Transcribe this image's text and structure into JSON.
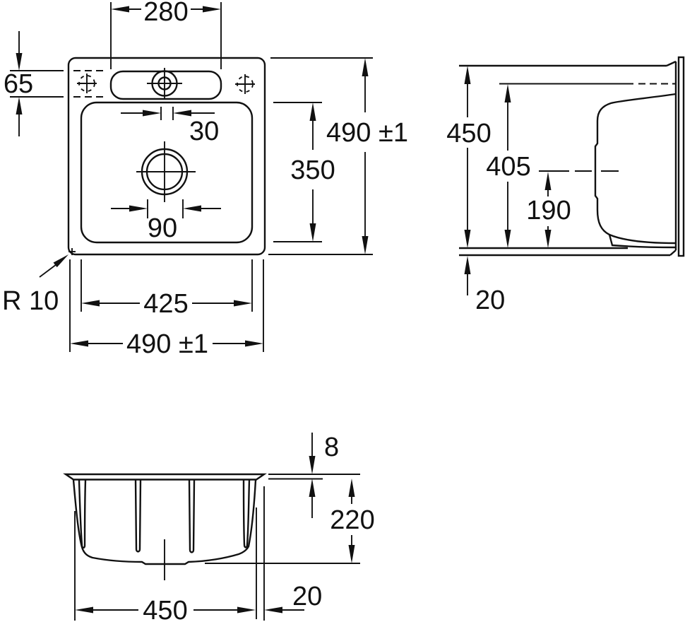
{
  "drawing": {
    "kind": "sink installation technical drawing",
    "background": "#ffffff",
    "line_color": "#111111",
    "plan_view": {
      "dim_tap_ledge_width": "280",
      "dim_tap_zone_height": "65",
      "dim_tap_hole": "30",
      "dim_drain_hole": "90",
      "dim_basin_length": "350",
      "dim_overall_length": "490 ±1",
      "dim_basin_width": "425",
      "dim_overall_width": "490 ±1",
      "label_corner_radius": "R 10"
    },
    "side_view": {
      "dim_cutout_length": "450",
      "dim_tap_axis": "405",
      "dim_drain_axis": "190",
      "dim_rim_overhang": "20"
    },
    "front_view": {
      "dim_rim_thickness": "8",
      "dim_basin_depth": "220",
      "dim_bottom_width": "450",
      "dim_rim_overhang": "20"
    }
  }
}
